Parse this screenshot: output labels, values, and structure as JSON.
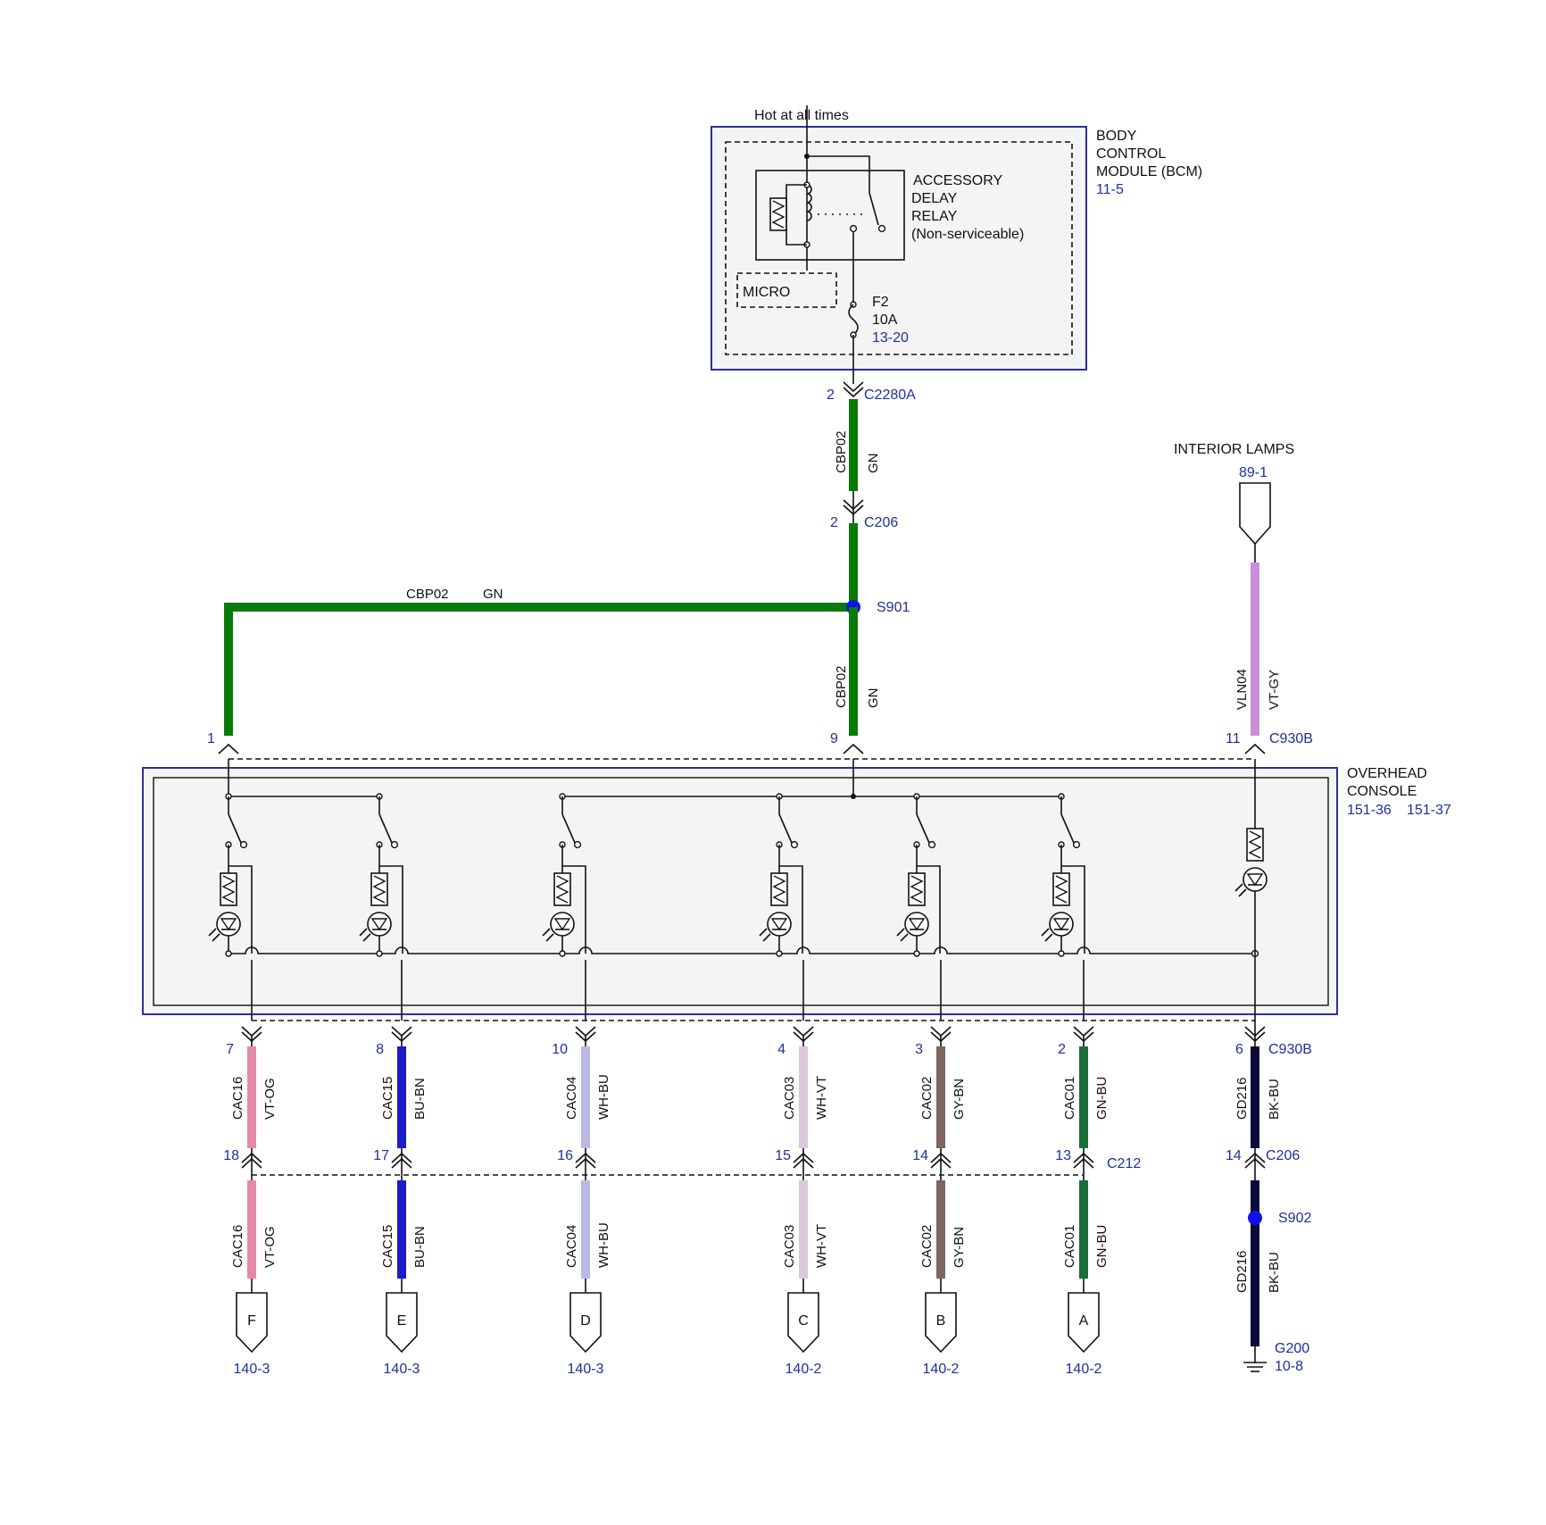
{
  "colors": {
    "module_border": "#2a2f9e",
    "module_fill": "#f4f4f4",
    "splice": "#1010ee",
    "GN": "#0a7a0a",
    "VT-GY": "#c98fd6",
    "VT-OG": "#e48aa8",
    "BU-BN": "#1c1cc9",
    "WH-BU": "#b9b9e6",
    "WH-VT": "#d8c8d8",
    "GY-BN": "#7d6560",
    "GN-BU": "#1a6e3a",
    "BK-BU": "#0b0b3a"
  },
  "bcm": {
    "supply_label": "Hot at all times",
    "name_lines": [
      "BODY",
      "CONTROL",
      "MODULE (BCM)"
    ],
    "ref": "11-5",
    "relay_lines": [
      "ACCESSORY",
      "DELAY",
      "RELAY",
      "(Non-serviceable)"
    ],
    "micro_label": "MICRO",
    "fuse_name": "F2",
    "fuse_rating": "10A",
    "fuse_ref": "13-20"
  },
  "c2280a": {
    "pin": "2",
    "name": "C2280A"
  },
  "c206_top": {
    "pin": "2",
    "name": "C206"
  },
  "upper_wire": {
    "circuit": "CBP02",
    "color": "GN"
  },
  "s901": {
    "name": "S901"
  },
  "branch_wire": {
    "circuit": "CBP02",
    "color": "GN"
  },
  "lower_wire": {
    "circuit": "CBP02",
    "color": "GN"
  },
  "interior_lamps": {
    "title": "INTERIOR LAMPS",
    "ref": "89-1"
  },
  "vln04_wire": {
    "circuit": "VLN04",
    "color": "VT-GY"
  },
  "console_pins_top": [
    {
      "pin": "1"
    },
    {
      "pin": "9"
    },
    {
      "pin": "11",
      "name": "C930B"
    }
  ],
  "overhead_console": {
    "name_lines": [
      "OVERHEAD",
      "CONSOLE"
    ],
    "ref1": "151-36",
    "ref2": "151-37"
  },
  "outputs": [
    {
      "pin_top": "7",
      "circuit": "CAC16",
      "color": "VT-OG",
      "pin_bottom": "18",
      "connector": "F",
      "ref": "140-3"
    },
    {
      "pin_top": "8",
      "circuit": "CAC15",
      "color": "BU-BN",
      "pin_bottom": "17",
      "connector": "E",
      "ref": "140-3"
    },
    {
      "pin_top": "10",
      "circuit": "CAC04",
      "color": "WH-BU",
      "pin_bottom": "16",
      "connector": "D",
      "ref": "140-3"
    },
    {
      "pin_top": "4",
      "circuit": "CAC03",
      "color": "WH-VT",
      "pin_bottom": "15",
      "connector": "C",
      "ref": "140-2"
    },
    {
      "pin_top": "3",
      "circuit": "CAC02",
      "color": "GY-BN",
      "pin_bottom": "14",
      "connector": "B",
      "ref": "140-2"
    },
    {
      "pin_top": "2",
      "circuit": "CAC01",
      "color": "GN-BU",
      "pin_bottom": "13",
      "connector": "A",
      "ref": "140-2"
    }
  ],
  "c212": {
    "name": "C212"
  },
  "ground_circuit": {
    "pin_top": "6",
    "connector_top": "C930B",
    "circuit": "GD216",
    "color": "BK-BU",
    "pin_bottom": "14",
    "connector_bottom": "C206",
    "splice": "S902",
    "ground": "G200",
    "ground_ref": "10-8"
  }
}
